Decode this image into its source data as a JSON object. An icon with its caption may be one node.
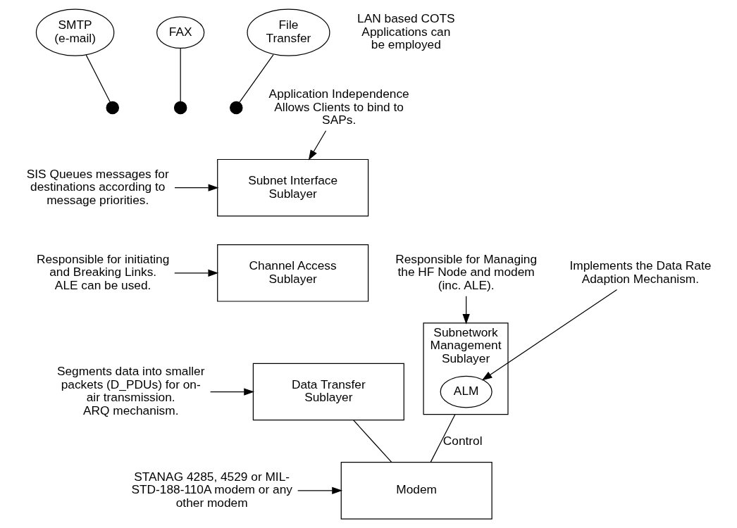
{
  "diagram": {
    "nodes": [
      {
        "text": [
          "FAX"
        ]
      },
      {
        "text": [
          "SMTP (e-mail)"
        ]
      },
      {
        "text": [
          "File Transfer"
        ]
      },
      {
        "text": [],
        "shape": "circle"
      },
      {
        "text": [],
        "shape": "circle"
      },
      {
        "text": [],
        "shape": "circle"
      },
      {
        "text": [
          "Subnetwork Management Sublayer"
        ]
      },
      {
        "text": [
          "ALM"
        ],
        "in": 6
      },
      {
        "text": [
          "Subnet Interface Sublayer"
        ]
      },
      {
        "text": [
          "Channel Access Sublayer"
        ]
      },
      {
        "text": [
          "Data Transfer Sublayer"
        ]
      },
      {
        "text": [
          "Modem"
        ]
      },
      {
        "text": [
          "Application Independence Allows Clients to bind to SAPs."
        ]
      },
      {
        "text": [
          "SIS Queues messages for destinations according to message priorities."
        ]
      },
      {
        "text": [
          "Responsible for initiating and Breaking Links.",
          "ALE can be used."
        ]
      },
      {
        "text": [
          "Segments data into smaller packets (D_PDUs) for on-air transmission.",
          "ARQ mechanism."
        ]
      },
      {
        "text": [
          "Responsible for Managing the HF Node and modem (inc. ALE)."
        ]
      },
      {
        "text": [
          "Implements the Data Rate Adaption Mechanism."
        ]
      },
      {
        "text": [
          "STANAG 4285, 4529 or MIL-STD-188-110A modem or any other modem"
        ]
      }
    ],
    "edges": [
      {
        "from": 1,
        "to": 3,
        "arrow": "none"
      },
      {
        "from": 0,
        "to": 4,
        "arrow": "none"
      },
      {
        "from": 2,
        "to": 5,
        "arrow": "none"
      },
      {
        "from": 12,
        "to": 8,
        "arrow": "to"
      },
      {
        "from": 13,
        "to": 8,
        "arrow": "to"
      },
      {
        "from": 14,
        "to": 9,
        "arrow": "to"
      },
      {
        "from": 15,
        "to": 10,
        "arrow": "to"
      },
      {
        "from": 16,
        "to": 6,
        "arrow": "to"
      },
      {
        "from": 17,
        "to": 7,
        "arrow": "to"
      },
      {
        "from": 6,
        "to": 11,
        "arrow": "none",
        "label": "Control"
      },
      {
        "from": 10,
        "to": 11,
        "arrow": "none"
      },
      {
        "from": 18,
        "to": 11,
        "arrow": "to"
      }
    ],
    "labels": [
      "LAN based COTS Applications can be employed"
    ]
  }
}
